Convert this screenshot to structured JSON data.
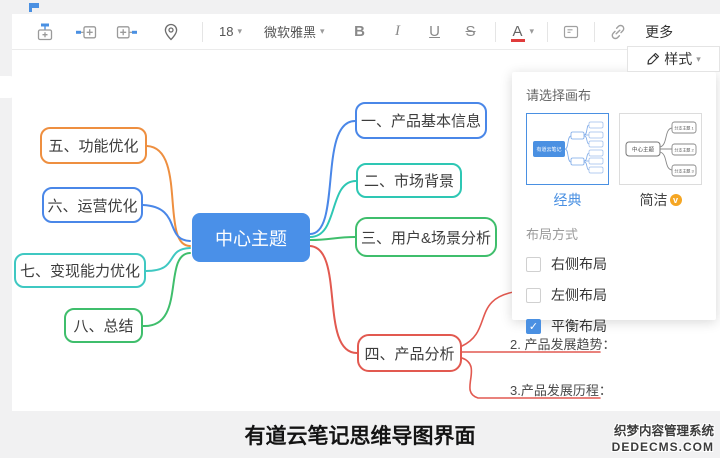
{
  "toolbar": {
    "font_size": "18",
    "font_name": "微软雅黑",
    "bold": "B",
    "italic": "I",
    "underline": "U",
    "strikethrough": "S",
    "color_letter": "A",
    "more_label": "更多"
  },
  "style_button": {
    "label": "样式"
  },
  "style_panel": {
    "canvas_title": "请选择画布",
    "themes": [
      {
        "label": "经典",
        "selected": true,
        "center_label": "有道云笔记"
      },
      {
        "label": "简洁",
        "selected": false,
        "vip": true,
        "center_label": "中心主题",
        "branches": [
          "分支主题 1",
          "分支主题 2",
          "分支主题 3"
        ]
      }
    ],
    "layout_title": "布局方式",
    "layouts": [
      {
        "label": "右侧布局",
        "checked": false
      },
      {
        "label": "左侧布局",
        "checked": false
      },
      {
        "label": "平衡布局",
        "checked": true
      }
    ]
  },
  "mindmap": {
    "center": {
      "label": "中心主题",
      "color": "#4a90e8"
    },
    "left_nodes": [
      {
        "label": "五、功能优化",
        "color": "#ee8f40"
      },
      {
        "label": "六、运营优化",
        "color": "#4a87e8"
      },
      {
        "label": "七、变现能力优化",
        "color": "#3fc8c2"
      },
      {
        "label": "八、总结",
        "color": "#3fbe6c"
      }
    ],
    "right_nodes": [
      {
        "label": "一、产品基本信息",
        "color": "#4a87e8"
      },
      {
        "label": "二、市场背景",
        "color": "#2ec7b4"
      },
      {
        "label": "三、用户&场景分析",
        "color": "#3fbe6c"
      },
      {
        "label": "四、产品分析",
        "color": "#e25950"
      }
    ],
    "sub_items": [
      {
        "label": "2. 产品发展趋势："
      },
      {
        "label": "3.产品发展历程："
      }
    ]
  },
  "icons": {
    "chevron_down": "▾",
    "check": "✓",
    "vip": "v"
  },
  "caption": "有道云笔记思维导图界面",
  "watermark": {
    "line1": "织梦内容管理系统",
    "line2": "DEDECMS.COM"
  }
}
